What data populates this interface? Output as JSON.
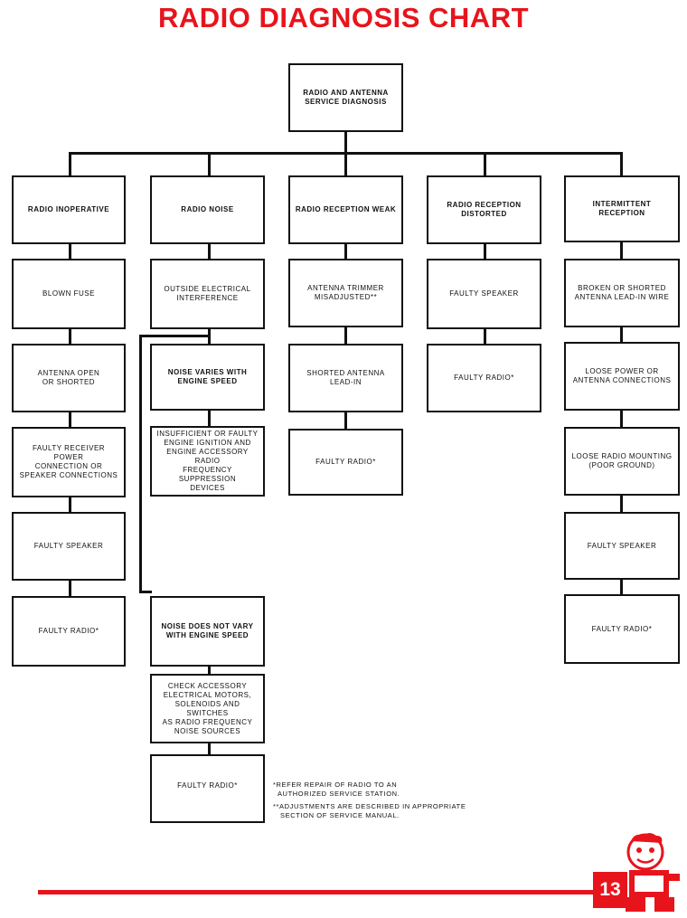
{
  "title": "RADIO DIAGNOSIS CHART",
  "root": "RADIO AND ANTENNA\nSERVICE DIAGNOSIS",
  "columns": [
    {
      "header": "RADIO INOPERATIVE",
      "items": [
        "BLOWN FUSE",
        "ANTENNA  OPEN\nOR SHORTED",
        "FAULTY RECEIVER POWER\nCONNECTION OR\nSPEAKER CONNECTIONS",
        "FAULTY SPEAKER",
        "FAULTY  RADIO*"
      ]
    },
    {
      "header": "RADIO NOISE",
      "items": [
        "OUTSIDE ELECTRICAL\nINTERFERENCE",
        "NOISE VARIES WITH\nENGINE SPEED",
        "INSUFFICIENT OR FAULTY\nENGINE IGNITION AND\nENGINE ACCESSORY RADIO\nFREQUENCY SUPPRESSION\nDEVICES",
        "NOISE DOES NOT VARY\nWITH ENGINE SPEED",
        "CHECK ACCESSORY\nELECTRICAL MOTORS,\nSOLENOIDS AND SWITCHES\nAS RADIO FREQUENCY\nNOISE SOURCES",
        "FAULTY RADIO*"
      ]
    },
    {
      "header": "RADIO RECEPTION WEAK",
      "items": [
        "ANTENNA TRIMMER\nMISADJUSTED**",
        "SHORTED ANTENNA\nLEAD-IN",
        "FAULTY  RADIO*"
      ]
    },
    {
      "header": "RADIO RECEPTION\nDISTORTED",
      "items": [
        "FAULTY SPEAKER",
        "FAULTY RADIO*"
      ]
    },
    {
      "header": "INTERMITTENT  RECEPTION",
      "items": [
        "BROKEN OR SHORTED\nANTENNA LEAD-IN WIRE",
        "LOOSE  POWER OR\nANTENNA CONNECTIONS",
        "LOOSE RADIO MOUNTING\n(POOR GROUND)",
        "FAULTY SPEAKER",
        "FAULTY RADIO*"
      ]
    }
  ],
  "notes": [
    "*REFER REPAIR OF RADIO TO AN\n  AUTHORIZED SERVICE STATION.",
    "**ADJUSTMENTS ARE DESCRIBED IN APPROPRIATE\n   SECTION OF SERVICE MANUAL."
  ],
  "page_number": "13",
  "colors": {
    "accent": "#e8141c",
    "ink": "#111111"
  }
}
